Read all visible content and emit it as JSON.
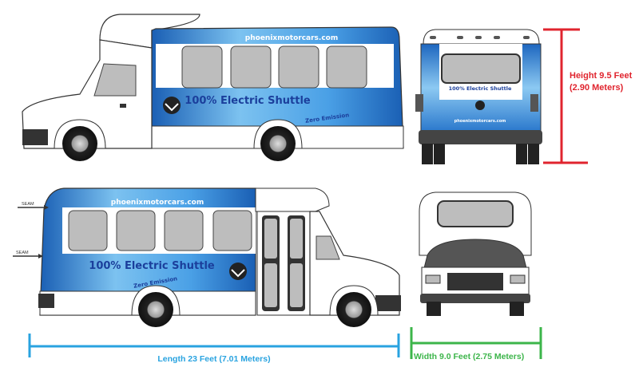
{
  "livery": {
    "website": "phoenixmotorcars.com",
    "slogan": "100% Electric Shuttle",
    "tagline": "Zero Emission"
  },
  "annotations": {
    "seam_upper": "SEAM",
    "seam_lower": "SEAM",
    "height_line1": "Height 9.5 Feet",
    "height_line2": "(2.90 Meters)",
    "length": "Length 23 Feet (7.01 Meters)",
    "width": "Width 9.0 Feet (2.75 Meters)"
  },
  "colors": {
    "height": "#e0242e",
    "length": "#29a3e0",
    "width": "#3cb54a",
    "wrap_dark": "#1a5fb4",
    "wrap_light": "#9fd3f5"
  }
}
